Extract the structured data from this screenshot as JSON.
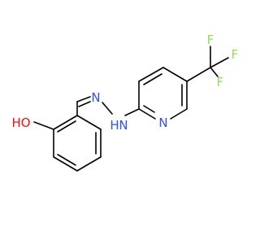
{
  "atoms": [
    {
      "label": "HO",
      "color": "#ff0d0d"
    },
    {
      "label": "N",
      "color": "#3050f8"
    },
    {
      "label": "H",
      "color": "#3050f8"
    },
    {
      "label": "N",
      "color": "#3050f8"
    },
    {
      "label": "N",
      "color": "#3050f8"
    },
    {
      "label": "F",
      "color": "#90e050"
    },
    {
      "label": "F",
      "color": "#90e050"
    },
    {
      "label": "F",
      "color": "#90e050"
    }
  ],
  "colors": {
    "bond": "#000000",
    "oxygen": "#ff0d0d",
    "nitrogen": "#3050f8",
    "fluorine": "#90e050"
  }
}
